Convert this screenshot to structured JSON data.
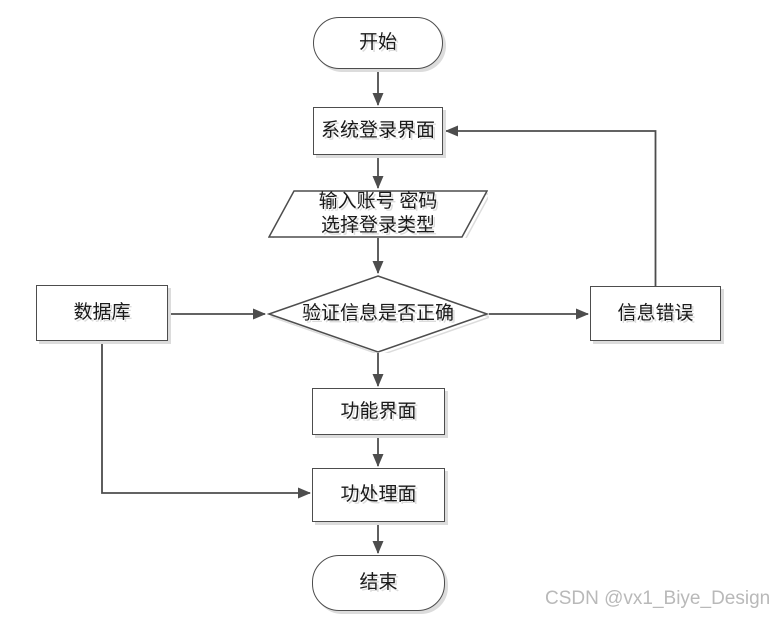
{
  "diagram": {
    "title": "login-flowchart",
    "nodes": {
      "start": {
        "label": "开始",
        "shape": "oval"
      },
      "login": {
        "label": "系统登录界面",
        "shape": "rectangle"
      },
      "input": {
        "label_line1": "输入账号 密码",
        "label_line2": "选择登录类型",
        "shape": "parallelogram"
      },
      "verify": {
        "label": "验证信息是否正确",
        "shape": "diamond"
      },
      "database": {
        "label": "数据库",
        "shape": "rectangle"
      },
      "error": {
        "label": "信息错误",
        "shape": "rectangle"
      },
      "function": {
        "label": "功能界面",
        "shape": "rectangle"
      },
      "process": {
        "label": "功处理面",
        "shape": "rectangle"
      },
      "end": {
        "label": "结束",
        "shape": "oval"
      }
    },
    "edges": [
      "start -> login",
      "login -> input",
      "input -> verify",
      "verify -> function",
      "verify -> error",
      "error -> login",
      "database -> verify",
      "database -> process",
      "function -> process",
      "process -> end"
    ],
    "watermark": "CSDN @vx1_Biye_Design"
  },
  "colors": {
    "line": "#4d4d4d",
    "border": "#4d4d4d",
    "fill": "#ffffff",
    "text": "#1a1a1a",
    "shadow": "#dcdcdc",
    "watermark": "#b9b9b9",
    "bg": "#ffffff"
  }
}
